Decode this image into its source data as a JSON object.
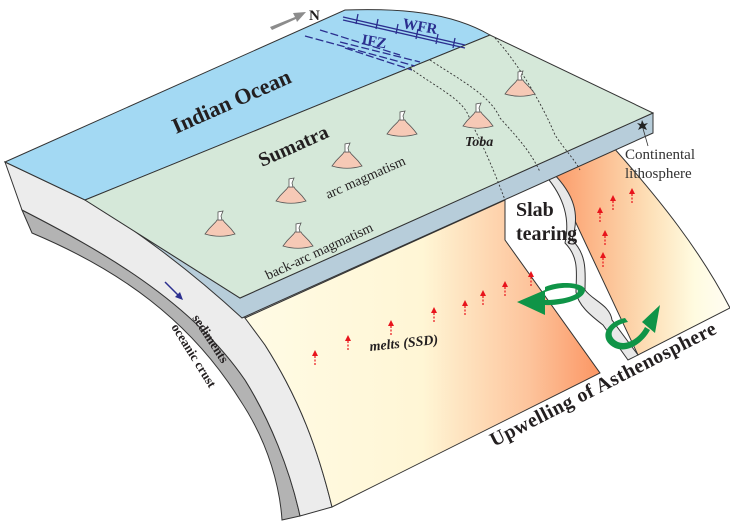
{
  "labels": {
    "north": "N",
    "wfr": "WFR",
    "ifz": "IFZ",
    "indian_ocean": "Indian Ocean",
    "sumatra": "Sumatra",
    "arc_magmatism": "arc magmatism",
    "back_arc_magmatism": "back-arc magmatism",
    "toba": "Toba",
    "continental_lithosphere_1": "Continental",
    "continental_lithosphere_2": "lithosphere",
    "slab_tearing_1": "Slab",
    "slab_tearing_2": "tearing",
    "melts": "melts (SSD)",
    "upwelling": "Upwelling of Asthenosphere",
    "sediments": "sediments",
    "oceanic_crust": "oceanic crust"
  },
  "colors": {
    "ocean": "#a3d9f3",
    "land": "#d5e8d9",
    "lithosphere": "#b7cdda",
    "sediments": "#ececec",
    "crust": "#b3b3b3",
    "mantle_hot": "#fb9a68",
    "mantle_cool": "#fffbe3",
    "flow_arrow": "#0f9447",
    "melt_arrow": "#e8141c",
    "fault": "#2b2f8f",
    "volcano": "#f6c9b6"
  }
}
